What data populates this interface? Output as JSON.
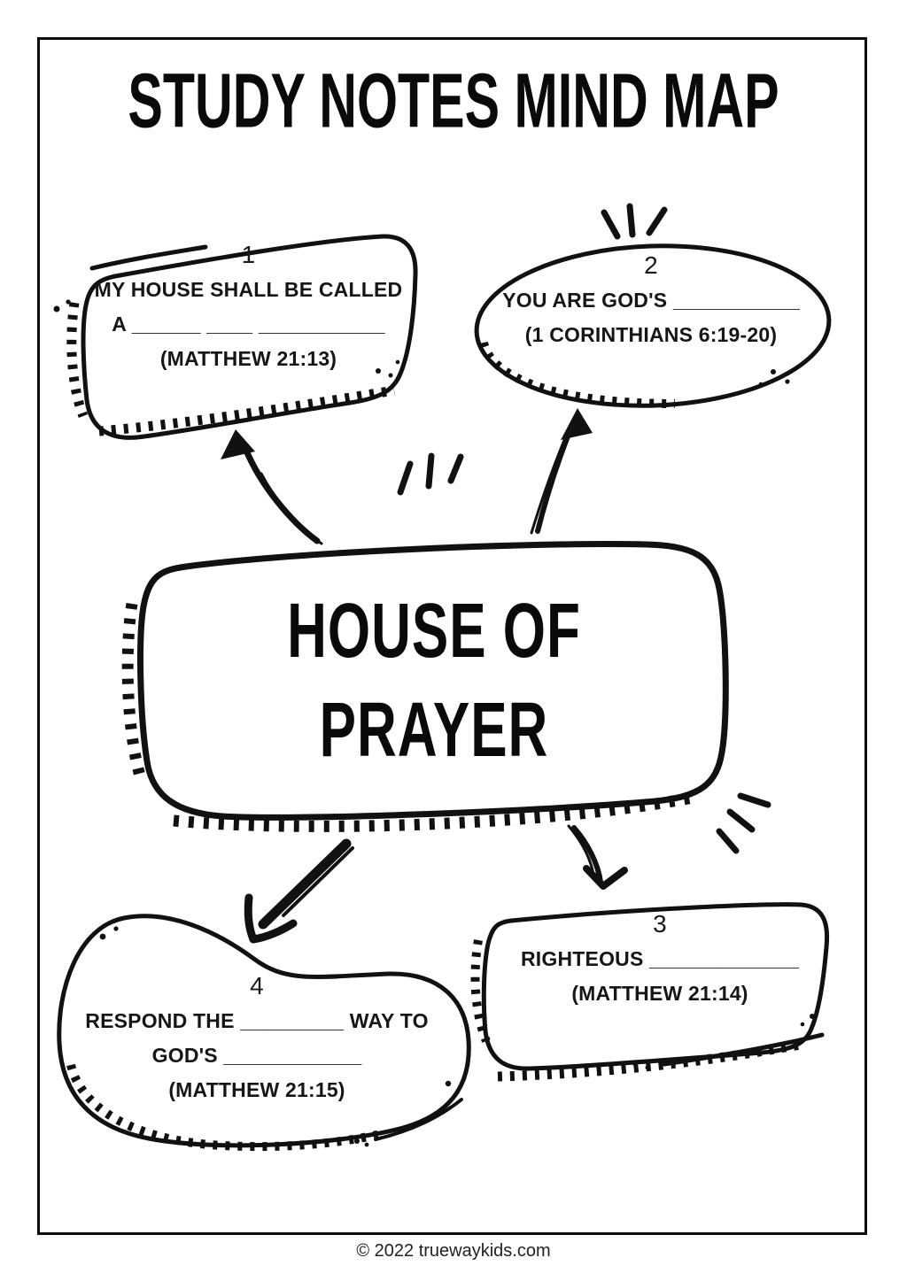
{
  "title": "STUDY NOTES MIND MAP",
  "footer": "© 2022 truewaykids.com",
  "center": {
    "line1": "HOUSE OF",
    "line2": "PRAYER"
  },
  "nodes": [
    {
      "number": "1",
      "lines": [
        "MY HOUSE SHALL BE CALLED",
        "A ______ ____ ___________",
        "(MATTHEW 21:13)"
      ]
    },
    {
      "number": "2",
      "lines": [
        "YOU ARE GOD'S ___________",
        "(1 CORINTHIANS 6:19-20)"
      ]
    },
    {
      "number": "3",
      "lines": [
        "RIGHTEOUS _____________",
        "(MATTHEW 21:14)"
      ]
    },
    {
      "number": "4",
      "lines": [
        "RESPOND THE _________ WAY TO",
        "GOD'S ____________",
        "(MATTHEW 21:15)"
      ]
    }
  ],
  "decorations": {
    "arrows": [
      "center-to-node-1",
      "center-to-node-2",
      "center-to-node-3",
      "center-to-node-4"
    ],
    "emphasis_marks": [
      "rays-above-node-2",
      "rays-above-center",
      "rays-right-of-center-bottom"
    ]
  },
  "colors": {
    "ink": "#111111",
    "paper": "#ffffff"
  }
}
